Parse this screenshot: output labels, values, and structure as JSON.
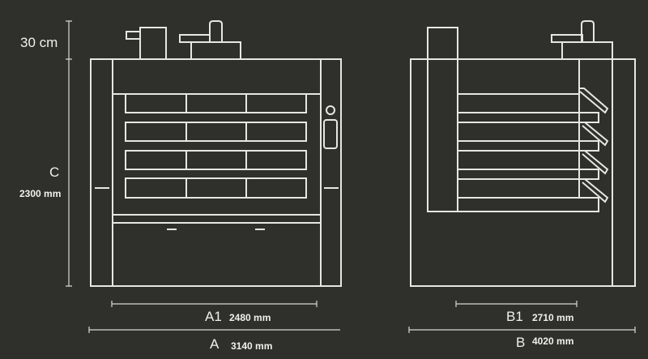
{
  "colors": {
    "background": "#2f302c",
    "lines": "#e6e6e2"
  },
  "dimensions": {
    "top_clearance": {
      "label": "30 cm"
    },
    "height": {
      "label": "C",
      "value": "2300 mm"
    },
    "front_inner_width": {
      "label": "A1",
      "value": "2480 mm"
    },
    "front_width": {
      "label": "A",
      "value": "3140 mm"
    },
    "side_inner_depth": {
      "label": "B1",
      "value": "2710 mm"
    },
    "side_depth": {
      "label": "B",
      "value": "4020 mm"
    }
  }
}
